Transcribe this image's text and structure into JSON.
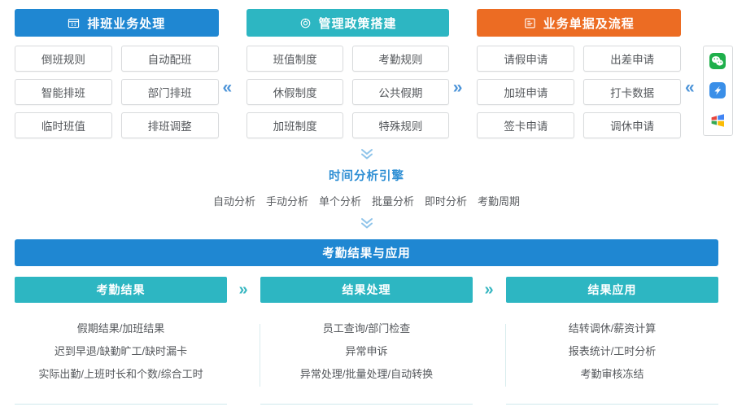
{
  "top": {
    "columns": [
      {
        "title": "排班业务处理",
        "icon": "calendar-icon",
        "color": "#1f87d2",
        "cells": [
          "倒班规则",
          "自动配班",
          "智能排班",
          "部门排班",
          "临时班值",
          "排班调整"
        ]
      },
      {
        "title": "管理政策搭建",
        "icon": "settings-gear-icon",
        "color": "#2db6c2",
        "cells": [
          "班值制度",
          "考勤规则",
          "休假制度",
          "公共假期",
          "加班制度",
          "特殊规则"
        ]
      },
      {
        "title": "业务单据及流程",
        "icon": "document-form-icon",
        "color": "#ec6c23",
        "cells": [
          "请假申请",
          "出差申请",
          "加班申请",
          "打卡数据",
          "签卡申请",
          "调休申请"
        ]
      }
    ],
    "separators": [
      "«",
      "»",
      "«"
    ],
    "app_icons": [
      "wechat-icon",
      "dingtalk-icon",
      "windows-icon"
    ]
  },
  "middle": {
    "chevron_top": "chevron-double-down-icon",
    "chevron_bottom": "chevron-double-down-icon",
    "chevron_glyph": "⌄⌄",
    "title": "时间分析引擎",
    "items": [
      "自动分析",
      "手动分析",
      "单个分析",
      "批量分析",
      "即时分析",
      "考勤周期"
    ]
  },
  "bottom": {
    "banner": "考勤结果与应用",
    "separator": "»",
    "cards": [
      {
        "title": "考勤结果",
        "lines": [
          "假期结果/加班结果",
          "迟到早退/缺勤旷工/缺时漏卡",
          "实际出勤/上班时长和个数/综合工时"
        ]
      },
      {
        "title": "结果处理",
        "lines": [
          "员工查询/部门检查",
          "异常申诉",
          "异常处理/批量处理/自动转换"
        ]
      },
      {
        "title": "结果应用",
        "lines": [
          "结转调休/薪资计算",
          "报表统计/工时分析",
          "考勤审核冻结"
        ]
      }
    ]
  },
  "colors": {
    "blue": "#1f87d2",
    "teal": "#2db6c2",
    "orange": "#ec6c23",
    "chevron_blue": "#4b93d8",
    "chevron_teal": "#35b6c0"
  }
}
